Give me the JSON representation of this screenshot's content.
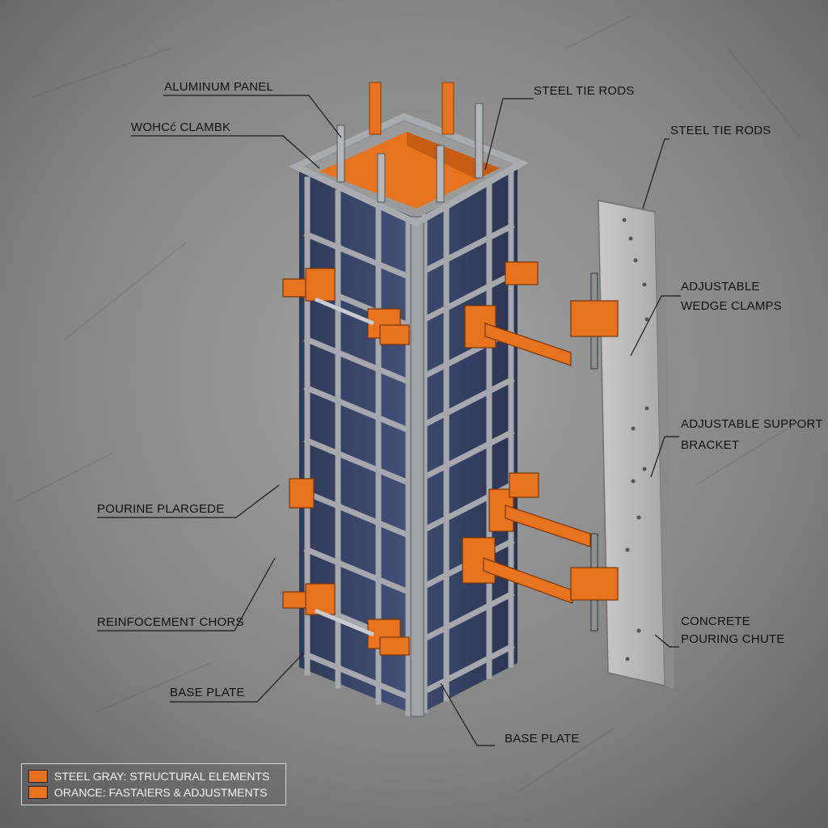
{
  "labels": {
    "aluminum_panel": "ALUMINUM PANEL",
    "wohcs_clambk": "WOHCć CLAMBK",
    "steel_tie_rods_top": "STEEL TIE RODS",
    "steel_tie_rods_right": "STEEL TIE RODS",
    "adjustable": "ADJUSTABLE",
    "wedge_clamps": "WEDGE CLAMPS",
    "adjustable_support": "ADJUSTABLE SUPPORT",
    "bracket": "BRACKET",
    "pourine_plargede": "POURINE PLARGEDE",
    "reinfocement_chors": "REINFOCEMENT CHORS",
    "base_plate_left": "BASE PLATE",
    "base_plate_bottom": "BASE PLATE",
    "concrete": "CONCRETE",
    "pouring_chute": "POURING CHUTE"
  },
  "legend": {
    "steel": "STEEL GRAY: STRUCTURAL ELEMENTS",
    "orange": "ORANCE: FASTAIERS & ADJUSTMENTS"
  },
  "colors": {
    "steel": "#8d9094",
    "orange": "#e8731e",
    "panel": "#3a4668",
    "background": "#7b7b7b"
  }
}
